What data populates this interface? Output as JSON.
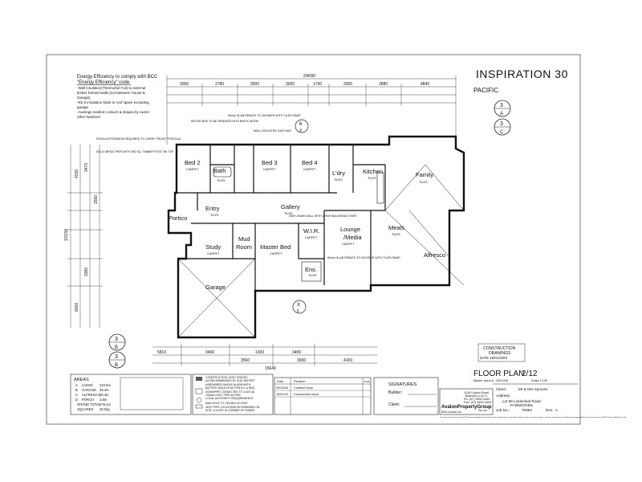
{
  "title_block": {
    "design_name": "INSPIRATION 30",
    "facade": "PACIFIC",
    "sheet_title": "FLOOR PLAN",
    "sheet_number": "2/12",
    "master_issue": "Master Issue A - 25/11/08",
    "scale": "Scale 1:100",
    "stamp_line1": "CONSTRUCTION",
    "stamp_line2": "DRAWINGS",
    "stamp_line3": "DATE 15/01/2009",
    "client_label": "Client:",
    "client_value": "Mr & Mrs Symons",
    "address_label": "Address:",
    "address_value": "Lot 98 Lindenleaf Road",
    "suburb_value": "FAIRWOODS",
    "job_label": "Job No.:",
    "job_value": "70063",
    "rev_label": "Rev.",
    "rev_value": "A",
    "signatures_heading": "SIGNATURES",
    "builder_label": "Builder:",
    "client_sig_label": "Client:",
    "company_name": "AvalonPropertyGroup",
    "company_addr1": "1/140 Lytton Road",
    "company_addr2": "Bulimba Q 4171",
    "company_ph": "Ph: (07) 3909 4444",
    "company_fax": "Fax: (07) 3909 4400",
    "company_suffix": "Pty Ltd",
    "bsa_licence": "BSA Licence No.",
    "copyright": "This work is exclusively owned by PDG Property Holdings Pty Ltd and cannot be reproduced or copied either wholly or in part, in any form (graphic, electronic or mechanical, including photocopying) without the written permission of PDG Property Holdings Pty Ltd."
  },
  "revisions": {
    "headers": [
      "Date",
      "Revision",
      "Initials"
    ],
    "rows": [
      [
        "05/12/08",
        "Contract issue",
        ""
      ],
      [
        "15/01/09",
        "Construction issue",
        ""
      ]
    ]
  },
  "energy_notes": {
    "line1": "Energy Efficiency to comply with BCC",
    "line2": "\"Energy Efficiency\" code.",
    "items": [
      "-Wall insulation(Thermofoil Foil) to external",
      "timber framed walls (not between House &",
      "Garage)",
      "-R2.5 insulation batts to roof space excluding",
      "garage",
      "-Awnings medium colours & drapes by owner",
      "other hardover"
    ]
  },
  "areas": {
    "heading": "AREAS",
    "rows": [
      [
        "A",
        "LIVING",
        "210.8m"
      ],
      [
        "B",
        "GARAGE",
        "39.4m"
      ],
      [
        "C",
        "ALFRESCO",
        "25.3m"
      ],
      [
        "D",
        "PORCH",
        "3.8m"
      ],
      [
        "",
        "GRAND TOTAL",
        "279.1m"
      ],
      [
        "",
        "SQUARES",
        "30.0sq"
      ]
    ]
  },
  "legend_notes": [
    "CONSTRUCTION JOINT SPACED",
    "AS RECOMMENDED BY SOIL REPORT",
    "HARDWIRED SMOKE ALARM WITH",
    "BATTERY BACKUP AS PER B.C.A REQ.",
    "DOWNPIPE CONNECTED TO 1/100 VA",
    "100mm UPVC PIPE AS PER",
    "LOCAL AUTHORITY REQUIREMENTS",
    "MAN HOLE TO CEILING ACCESS",
    "VENT PIPE LOCATIONS DETERMINED ON",
    "SITE, LOCATE IN CORNER OF ROBES"
  ],
  "rooms": {
    "bed2": "Bed 2",
    "bath": "Bath",
    "bed3": "Bed 3",
    "bed4": "Bed 4",
    "ldry": "L'dry",
    "kitchen": "Kitchen",
    "family": "Family",
    "entry": "Entry",
    "portico": "Portico",
    "gallery": "Gallery",
    "lounge": "Lounge",
    "media": "/Media",
    "meals": "Meals",
    "alfresco": "Alfresco",
    "study": "Study",
    "mud": "Mud",
    "room": "Room",
    "master": "Master Bed",
    "wir": "W.I.R.",
    "ens": "Ens.",
    "garage": "Garage"
  },
  "finishes": {
    "carpet": "CARPET",
    "tiles": "TILES"
  },
  "dims": {
    "overall": "24090",
    "overall_depth": "15150",
    "top_row": [
      "3000",
      "2780",
      "3000",
      "3000",
      "1730",
      "3000",
      "2880",
      "4840"
    ],
    "left_col": [
      "4330",
      "3470",
      "1550",
      "3380",
      "6000"
    ],
    "bottom_row": [
      "3490",
      "1300",
      "3490",
      "3560",
      "3000",
      "4100"
    ],
    "bottom_total": "15640",
    "garage_w": "5810"
  },
  "annotations": {
    "meter_box": "METER BOX TO BE REBATED INTO BRICK WORK",
    "slab_rebate": "50mm SLAB REBATE TO SHOWER WITH TILES RAMP",
    "wall_gas": "WALL MOUNTED GAS HWS",
    "pergola": "FASCIA EXTENSION REQUIRED TO CARRY FRONT PERGOLA",
    "brick_pier": "SOLID BRICK PIER WITH 350 SQ. TIMBER POST ON TOP",
    "wall_bulkhead": "250H 2MAW WALL WITH 2290H BULKHEAD OVER",
    "ramp_slab": "50mm SLAB REBATE TO SHOWER WITH TILES RAMP",
    "section_a": "3",
    "section_b": "3",
    "section_c": "3",
    "section_x": "X",
    "section_6": "6"
  }
}
